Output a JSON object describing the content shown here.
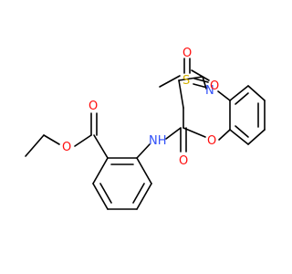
{
  "atom_colors": {
    "O": "#ff0d0d",
    "N": "#3050f8",
    "S": "#d4b000",
    "H": "#3050f8",
    "bond": "#000000"
  },
  "labels": {
    "ester_ether_o": "O",
    "ester_carbonyl_o": "O",
    "amide_nh": "NH",
    "amide_carbonyl_o": "O",
    "ring_oxygen": "O",
    "ring_nitrogen": "N",
    "sulfonyl_s": "S",
    "sulfonyl_o_top": "O",
    "sulfonyl_o_right": "O"
  }
}
